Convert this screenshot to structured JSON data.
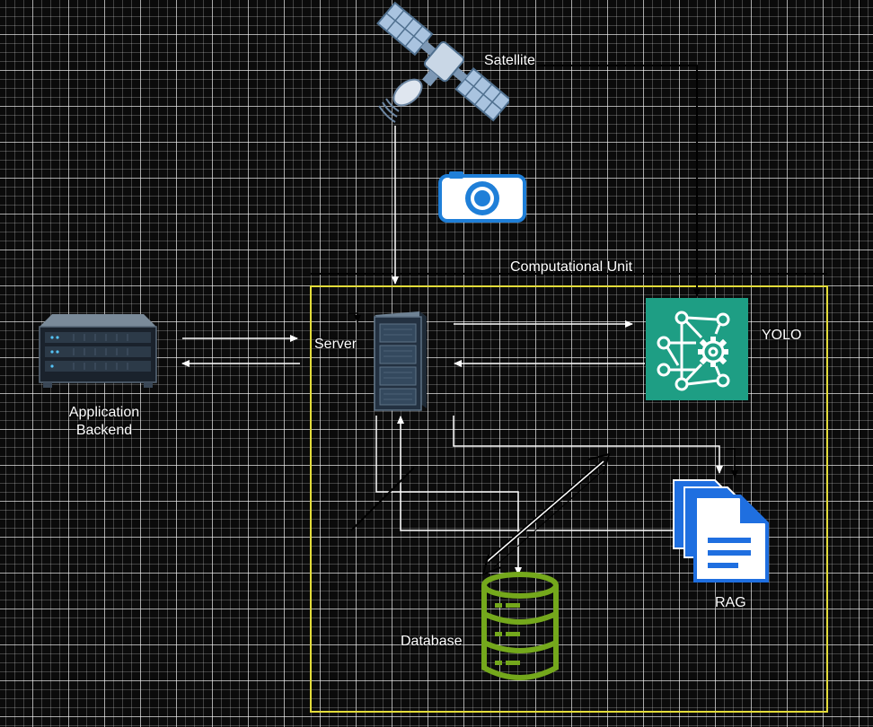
{
  "diagram": {
    "labels": {
      "satellite": "Satellite",
      "computational_unit": "Computational Unit",
      "server": "Server",
      "yolo": "YOLO",
      "application_backend_line1": "Application",
      "application_backend_line2": "Backend",
      "rag": "RAG",
      "database": "Database"
    },
    "icons": {
      "satellite": "satellite-icon",
      "camera": "camera-icon",
      "server": "server-rack-icon",
      "application_backend": "rack-server-icon",
      "yolo": "neural-network-gear-icon",
      "rag": "documents-icon",
      "database": "database-icon"
    },
    "colors": {
      "background": "#0b0b0b",
      "grid": "#ffffff",
      "container_border": "#e3dc3a",
      "connector": "#ffffff",
      "yolo_tile": "#1e9e84",
      "rag_blue": "#1f6fe0",
      "database_green": "#74a81c",
      "camera_blue": "#1f7fd8"
    }
  }
}
